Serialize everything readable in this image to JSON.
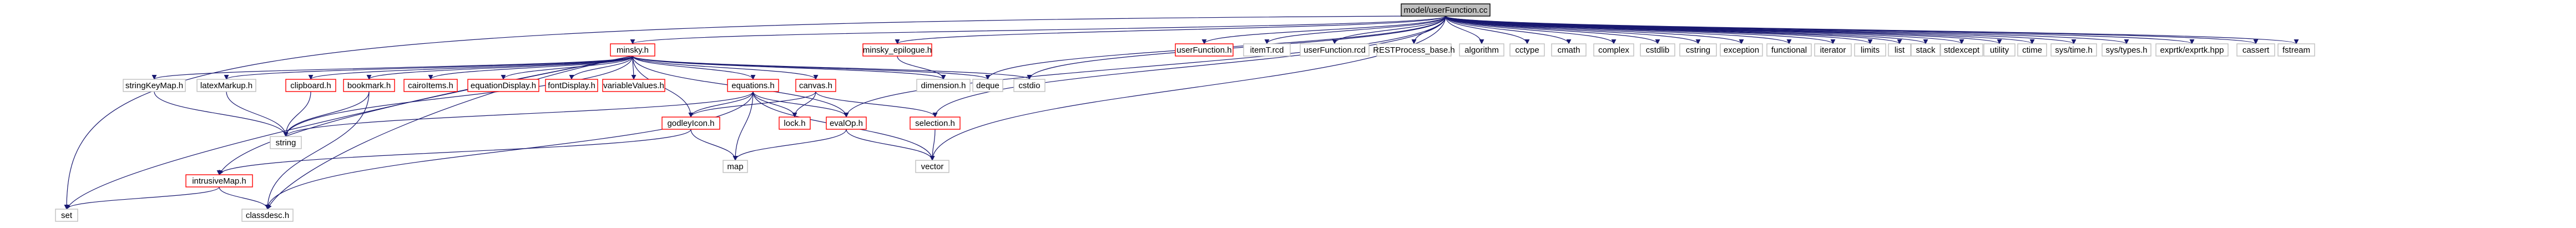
{
  "graph": {
    "colors": {
      "background": "#ffffff",
      "edge": "#191970",
      "root_fill": "#bfbfbf",
      "root_border": "#000000",
      "doc_border": "#ff0000",
      "plain_border": "#bfbfbf",
      "node_fill": "#ffffff"
    },
    "nodes": [
      {
        "id": "root",
        "label": "model/userFunction.cc",
        "kind": "root"
      },
      {
        "id": "minsky",
        "label": "minsky.h",
        "kind": "doc"
      },
      {
        "id": "minsky_epilogue",
        "label": "minsky_epilogue.h",
        "kind": "doc"
      },
      {
        "id": "userFunction",
        "label": "userFunction.h",
        "kind": "doc"
      },
      {
        "id": "itemTrcd",
        "label": "itemT.rcd",
        "kind": "plain"
      },
      {
        "id": "userFunctionRcd",
        "label": "userFunction.rcd",
        "kind": "plain"
      },
      {
        "id": "restProcess",
        "label": "RESTProcess_base.h",
        "kind": "plain"
      },
      {
        "id": "algorithm",
        "label": "algorithm",
        "kind": "plain"
      },
      {
        "id": "cctype",
        "label": "cctype",
        "kind": "plain"
      },
      {
        "id": "cmath",
        "label": "cmath",
        "kind": "plain"
      },
      {
        "id": "complex",
        "label": "complex",
        "kind": "plain"
      },
      {
        "id": "cstdlib",
        "label": "cstdlib",
        "kind": "plain"
      },
      {
        "id": "cstring",
        "label": "cstring",
        "kind": "plain"
      },
      {
        "id": "exception",
        "label": "exception",
        "kind": "plain"
      },
      {
        "id": "functional",
        "label": "functional",
        "kind": "plain"
      },
      {
        "id": "iterator",
        "label": "iterator",
        "kind": "plain"
      },
      {
        "id": "limits",
        "label": "limits",
        "kind": "plain"
      },
      {
        "id": "list",
        "label": "list",
        "kind": "plain"
      },
      {
        "id": "stack",
        "label": "stack",
        "kind": "plain"
      },
      {
        "id": "stdexcept",
        "label": "stdexcept",
        "kind": "plain"
      },
      {
        "id": "utility",
        "label": "utility",
        "kind": "plain"
      },
      {
        "id": "ctime",
        "label": "ctime",
        "kind": "plain"
      },
      {
        "id": "sysTime",
        "label": "sys/time.h",
        "kind": "plain"
      },
      {
        "id": "sysTypes",
        "label": "sys/types.h",
        "kind": "plain"
      },
      {
        "id": "exprtk",
        "label": "exprtk/exprtk.hpp",
        "kind": "plain"
      },
      {
        "id": "cassert",
        "label": "cassert",
        "kind": "plain"
      },
      {
        "id": "fstream",
        "label": "fstream",
        "kind": "plain"
      },
      {
        "id": "stringKeyMap",
        "label": "stringKeyMap.h",
        "kind": "plain"
      },
      {
        "id": "latexMarkup",
        "label": "latexMarkup.h",
        "kind": "plain"
      },
      {
        "id": "clipboard",
        "label": "clipboard.h",
        "kind": "doc"
      },
      {
        "id": "bookmark",
        "label": "bookmark.h",
        "kind": "doc"
      },
      {
        "id": "cairoItems",
        "label": "cairoItems.h",
        "kind": "doc"
      },
      {
        "id": "equationDisplay",
        "label": "equationDisplay.h",
        "kind": "doc"
      },
      {
        "id": "fontDisplay",
        "label": "fontDisplay.h",
        "kind": "doc"
      },
      {
        "id": "variableValues",
        "label": "variableValues.h",
        "kind": "doc"
      },
      {
        "id": "equations",
        "label": "equations.h",
        "kind": "doc"
      },
      {
        "id": "canvas",
        "label": "canvas.h",
        "kind": "doc"
      },
      {
        "id": "dimension",
        "label": "dimension.h",
        "kind": "plain"
      },
      {
        "id": "deque",
        "label": "deque",
        "kind": "plain"
      },
      {
        "id": "cstdio",
        "label": "cstdio",
        "kind": "plain"
      },
      {
        "id": "godleyIcon",
        "label": "godleyIcon.h",
        "kind": "doc"
      },
      {
        "id": "lock",
        "label": "lock.h",
        "kind": "doc"
      },
      {
        "id": "evalOp",
        "label": "evalOp.h",
        "kind": "doc"
      },
      {
        "id": "selection",
        "label": "selection.h",
        "kind": "doc"
      },
      {
        "id": "string",
        "label": "string",
        "kind": "plain"
      },
      {
        "id": "intrusiveMap",
        "label": "intrusiveMap.h",
        "kind": "doc"
      },
      {
        "id": "map",
        "label": "map",
        "kind": "plain"
      },
      {
        "id": "vector",
        "label": "vector",
        "kind": "plain"
      },
      {
        "id": "set",
        "label": "set",
        "kind": "plain"
      },
      {
        "id": "classdesc",
        "label": "classdesc.h",
        "kind": "plain"
      }
    ],
    "edges": [
      [
        "root",
        "minsky"
      ],
      [
        "root",
        "minsky_epilogue"
      ],
      [
        "root",
        "userFunction"
      ],
      [
        "root",
        "itemTrcd"
      ],
      [
        "root",
        "userFunctionRcd"
      ],
      [
        "root",
        "restProcess"
      ],
      [
        "root",
        "algorithm"
      ],
      [
        "root",
        "cctype"
      ],
      [
        "root",
        "cmath"
      ],
      [
        "root",
        "complex"
      ],
      [
        "root",
        "cstdlib"
      ],
      [
        "root",
        "cstring"
      ],
      [
        "root",
        "exception"
      ],
      [
        "root",
        "functional"
      ],
      [
        "root",
        "iterator"
      ],
      [
        "root",
        "limits"
      ],
      [
        "root",
        "list"
      ],
      [
        "root",
        "stack"
      ],
      [
        "root",
        "stdexcept"
      ],
      [
        "root",
        "utility"
      ],
      [
        "root",
        "ctime"
      ],
      [
        "root",
        "sysTime"
      ],
      [
        "root",
        "sysTypes"
      ],
      [
        "root",
        "exprtk"
      ],
      [
        "root",
        "cassert"
      ],
      [
        "root",
        "fstream"
      ],
      [
        "root",
        "deque"
      ],
      [
        "root",
        "cstdio"
      ],
      [
        "root",
        "evalOp"
      ],
      [
        "root",
        "selection"
      ],
      [
        "root",
        "vector"
      ],
      [
        "root",
        "set"
      ],
      [
        "minsky",
        "stringKeyMap"
      ],
      [
        "minsky",
        "latexMarkup"
      ],
      [
        "minsky",
        "clipboard"
      ],
      [
        "minsky",
        "bookmark"
      ],
      [
        "minsky",
        "cairoItems"
      ],
      [
        "minsky",
        "equationDisplay"
      ],
      [
        "minsky",
        "fontDisplay"
      ],
      [
        "minsky",
        "variableValues"
      ],
      [
        "minsky",
        "equations"
      ],
      [
        "minsky",
        "canvas"
      ],
      [
        "minsky",
        "dimension"
      ],
      [
        "minsky",
        "deque"
      ],
      [
        "minsky",
        "cstdio"
      ],
      [
        "minsky",
        "godleyIcon"
      ],
      [
        "minsky",
        "evalOp"
      ],
      [
        "minsky",
        "string"
      ],
      [
        "minsky",
        "intrusiveMap"
      ],
      [
        "minsky",
        "set"
      ],
      [
        "minsky",
        "classdesc"
      ],
      [
        "minsky_epilogue",
        "dimension"
      ],
      [
        "stringKeyMap",
        "string"
      ],
      [
        "latexMarkup",
        "string"
      ],
      [
        "clipboard",
        "string"
      ],
      [
        "bookmark",
        "string"
      ],
      [
        "bookmark",
        "classdesc"
      ],
      [
        "equations",
        "godleyIcon"
      ],
      [
        "equations",
        "lock"
      ],
      [
        "equations",
        "evalOp"
      ],
      [
        "equations",
        "string"
      ],
      [
        "equations",
        "map"
      ],
      [
        "equations",
        "vector"
      ],
      [
        "equations",
        "classdesc"
      ],
      [
        "canvas",
        "godleyIcon"
      ],
      [
        "canvas",
        "lock"
      ],
      [
        "canvas",
        "selection"
      ],
      [
        "godleyIcon",
        "intrusiveMap"
      ],
      [
        "godleyIcon",
        "map"
      ],
      [
        "evalOp",
        "map"
      ],
      [
        "evalOp",
        "vector"
      ],
      [
        "selection",
        "vector"
      ],
      [
        "intrusiveMap",
        "set"
      ],
      [
        "intrusiveMap",
        "classdesc"
      ]
    ]
  }
}
